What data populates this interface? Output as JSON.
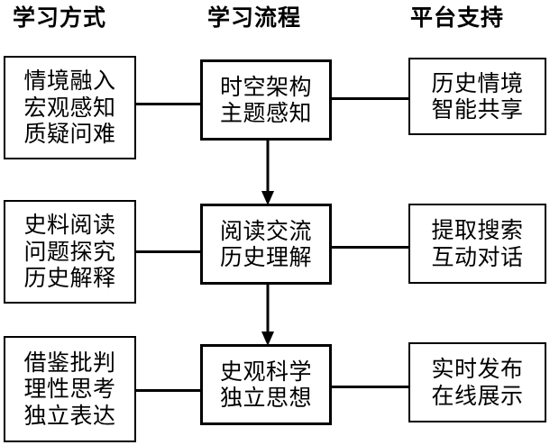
{
  "columns": [
    {
      "header": "学习方式"
    },
    {
      "header": "学习流程"
    },
    {
      "header": "平台支持"
    }
  ],
  "nodes": {
    "left": [
      {
        "lines": [
          "情境融入",
          "宏观感知",
          "质疑问难"
        ]
      },
      {
        "lines": [
          "史料阅读",
          "问题探究",
          "历史解释"
        ]
      },
      {
        "lines": [
          "借鉴批判",
          "理性思考",
          "独立表达"
        ]
      }
    ],
    "center": [
      {
        "lines": [
          "时空架构",
          "主题感知"
        ]
      },
      {
        "lines": [
          "阅读交流",
          "历史理解"
        ]
      },
      {
        "lines": [
          "史观科学",
          "独立思想"
        ]
      }
    ],
    "right": [
      {
        "lines": [
          "历史情境",
          "智能共享"
        ]
      },
      {
        "lines": [
          "提取搜索",
          "互动对话"
        ]
      },
      {
        "lines": [
          "实时发布",
          "在线展示"
        ]
      }
    ]
  },
  "style": {
    "stroke": "#000000",
    "fill": "#ffffff"
  }
}
